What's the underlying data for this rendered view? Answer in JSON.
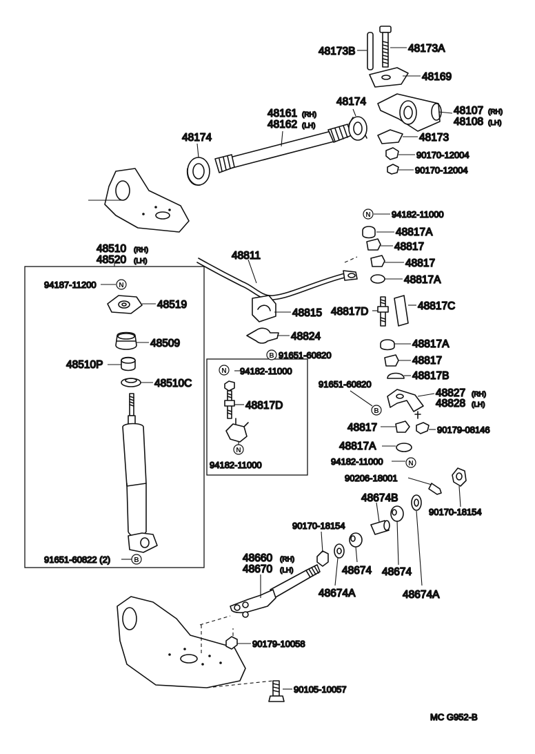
{
  "labels": {
    "p48173B": "48173B",
    "p48173A": "48173A",
    "p48169": "48169",
    "p48174_top": "48174",
    "p48161": "48161",
    "p48162": "48162",
    "p48107": "48107",
    "p48108": "48108",
    "p48174_left": "48174",
    "p48173": "48173",
    "p90170_12004_a": "90170-12004",
    "p90170_12004_b": "90170-12004",
    "p94182_11000_r": "94182-11000",
    "p48817A_1": "48817A",
    "p48817_1": "48817",
    "p48817_2": "48817",
    "p48817A_2": "48817A",
    "p48817D_r": "48817D",
    "p48817C": "48817C",
    "p48817A_3": "48817A",
    "p48817_3": "48817",
    "p48817B": "48817B",
    "p91651_60820_r": "91651-60820",
    "p48827": "48827",
    "p48828": "48828",
    "p48817_4": "48817",
    "p90179_08146": "90179-08146",
    "p48817A_4": "48817A",
    "p94182_11000_b": "94182-11000",
    "p90206_18001": "90206-18001",
    "p90170_18154_r": "90170-18154",
    "p48674B": "48674B",
    "p90170_18154_l": "90170-18154",
    "p48674_1": "48674",
    "p48674_2": "48674",
    "p48674A_1": "48674A",
    "p48674A_2": "48674A",
    "p48660": "48660",
    "p48670": "48670",
    "p90179_10058": "90179-10058",
    "p90105_10057": "90105-10057",
    "p48510": "48510",
    "p48520": "48520",
    "p94187_11200": "94187-11200",
    "p48519": "48519",
    "p48509": "48509",
    "p48510P": "48510P",
    "p48510C": "48510C",
    "p91651_60822": "91651-60822 (2)",
    "p48811": "48811",
    "p48815": "48815",
    "p48824": "48824",
    "p91651_60820_c": "91651-60820",
    "p94182_11000_box_top": "94182-11000",
    "p48817D_box": "48817D",
    "p94182_11000_box_bot": "94182-11000",
    "rh": "(RH)",
    "lh": "(LH)",
    "circle_n": "N",
    "circle_b": "B",
    "footer_code": "MC  G952-B"
  }
}
